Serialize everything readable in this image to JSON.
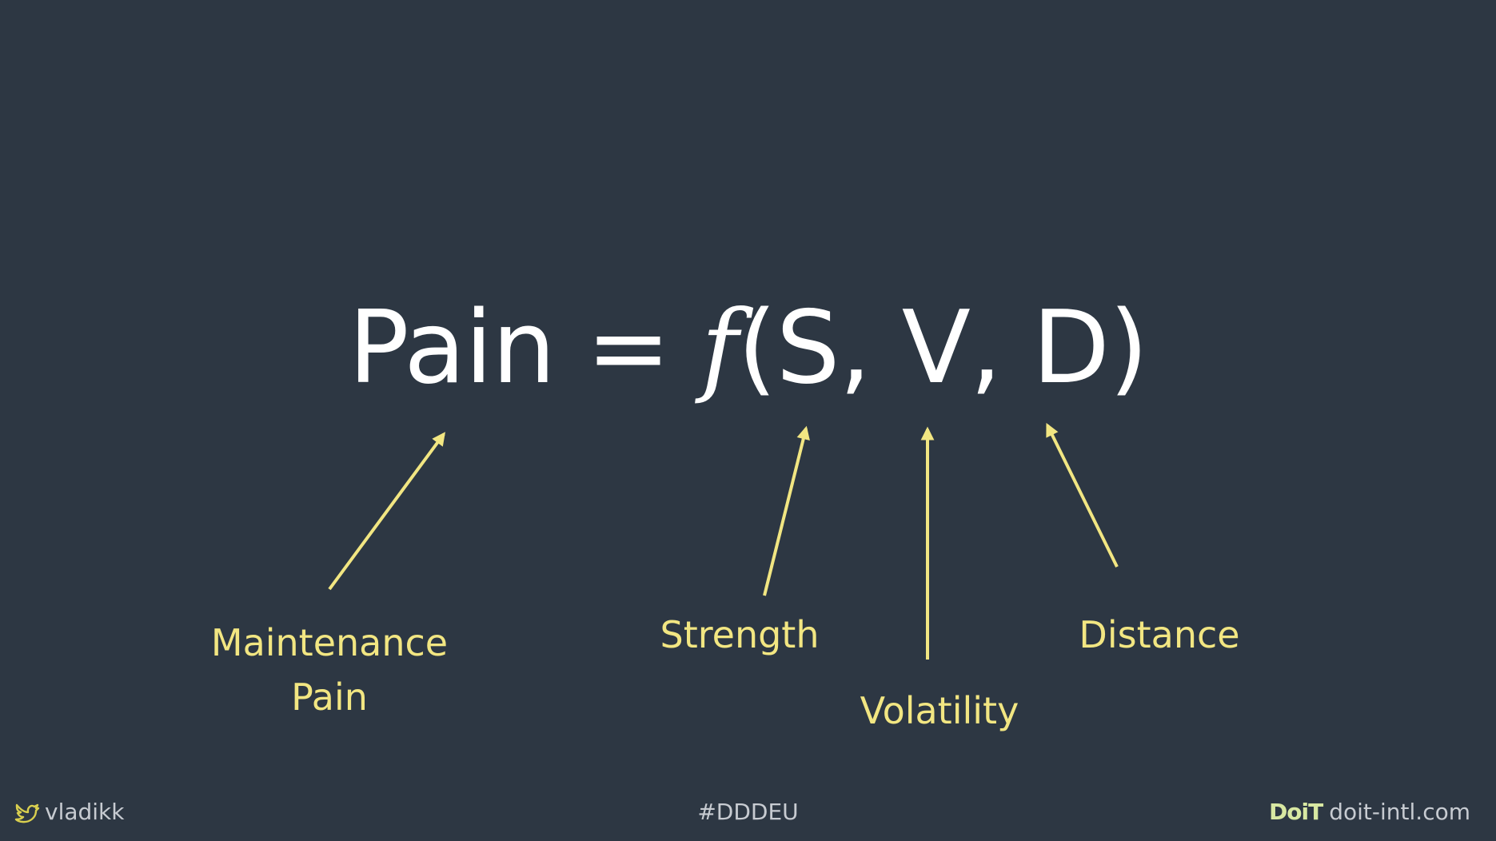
{
  "slide": {
    "formula": {
      "lhs": "Pain",
      "equals": "=",
      "function": "f",
      "args": "(S, V, D)"
    },
    "labels": {
      "maintenance_line1": "Maintenance",
      "maintenance_line2": "Pain",
      "strength": "Strength",
      "volatility": "Volatility",
      "distance": "Distance"
    },
    "footer": {
      "twitter_handle": "vladikk",
      "hashtag": "#DDDEU",
      "brand_logo": "DoiT",
      "website": "doit-intl.com"
    },
    "colors": {
      "background": "#2d3743",
      "formula_text": "#ffffff",
      "accent": "#f2e682",
      "footer_text": "#c7cbd1"
    },
    "icons": {
      "twitter": "bird-icon"
    }
  }
}
